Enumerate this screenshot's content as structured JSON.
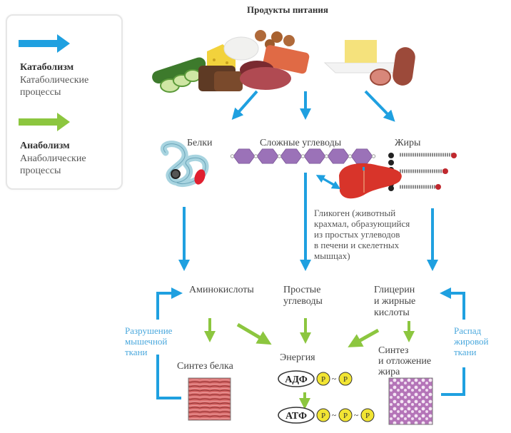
{
  "title": "Продукты питания",
  "legend": {
    "catabolism": {
      "term": "Катаболизм",
      "desc_line1": "Катаболические",
      "desc_line2": "процессы",
      "color": "#1fa0e0"
    },
    "anabolism": {
      "term": "Анаболизм",
      "desc_line1": "Анаболические",
      "desc_line2": "процессы",
      "color": "#8cc63f"
    }
  },
  "nutrients": {
    "proteins": "Белки",
    "complex_carbs": "Сложные углеводы",
    "fats": "Жиры"
  },
  "glycogen": {
    "line1": "Гликоген (животный",
    "line2": "крахмал, образующийся",
    "line3": "из простых углеводов",
    "line4": "в печени и скелетных",
    "line5": "мышцах)"
  },
  "products": {
    "amino_acids": "Аминокислоты",
    "simple_carbs_line1": "Простые",
    "simple_carbs_line2": "углеводы",
    "glycerol_line1": "Глицерин",
    "glycerol_line2": "и жирные",
    "glycerol_line3": "кислоты"
  },
  "side_labels": {
    "muscle_breakdown_line1": "Разрушение",
    "muscle_breakdown_line2": "мышечной",
    "muscle_breakdown_line3": "ткани",
    "fat_breakdown_line1": "Распад",
    "fat_breakdown_line2": "жировой",
    "fat_breakdown_line3": "ткани"
  },
  "outcomes": {
    "protein_synthesis": "Синтез белка",
    "energy": "Энергия",
    "fat_synthesis_line1": "Синтез",
    "fat_synthesis_line2": "и отложение",
    "fat_synthesis_line3": "жира"
  },
  "molecules": {
    "adp": "АДФ",
    "atp": "АТФ",
    "phosphate": "P",
    "bond": "~"
  },
  "colors": {
    "catabolism": "#1fa0e0",
    "anabolism": "#8cc63f",
    "side_text": "#4aa8dd",
    "hexagon": "#9b72b8",
    "phosphate": "#f2e533"
  }
}
